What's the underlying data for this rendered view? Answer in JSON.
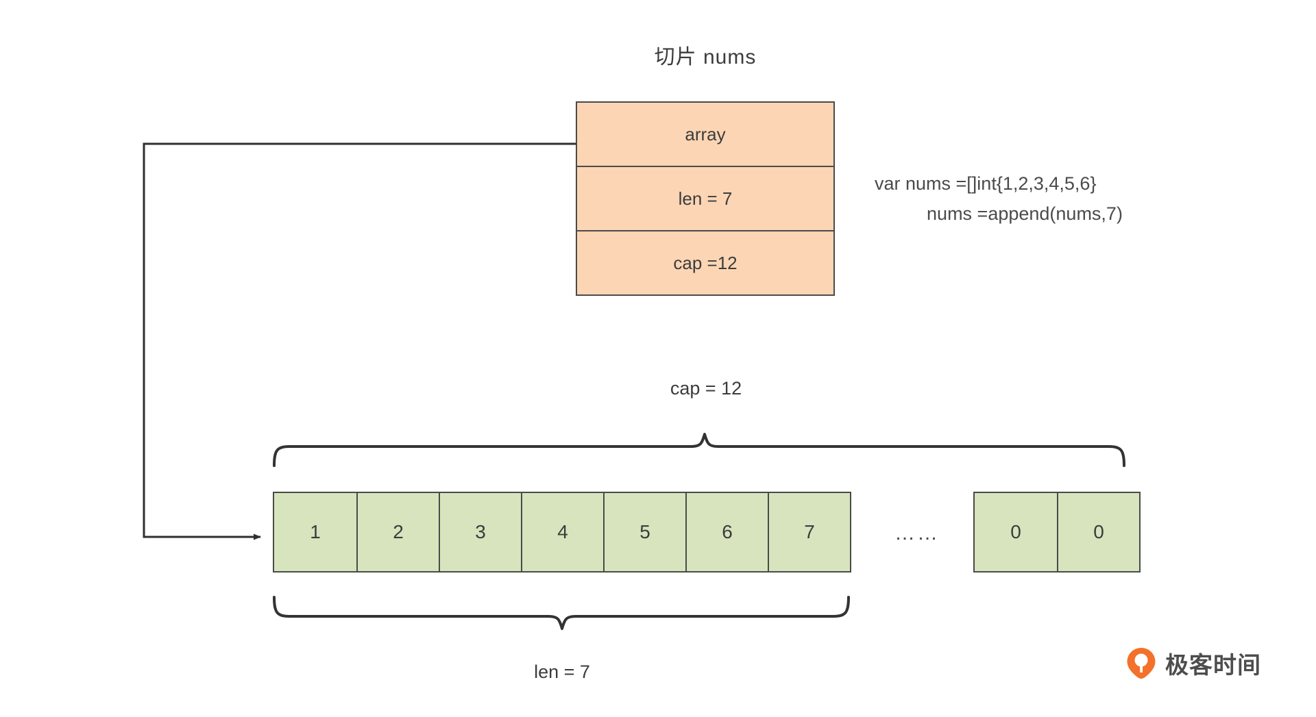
{
  "title": "切片 nums",
  "colors": {
    "struct_fill": "#FCD5B4",
    "array_fill": "#D7E4BD",
    "stroke": "#4a4a4a",
    "text": "#3c3c3c",
    "watermark_orange": "#F4712B"
  },
  "slice_header": {
    "rows": [
      {
        "label": "array"
      },
      {
        "label": "len = 7"
      },
      {
        "label": "cap =12"
      }
    ]
  },
  "code": {
    "line1": "var nums =[]int{1,2,3,4,5,6}",
    "line2": "nums =append(nums,7)"
  },
  "backing_array": {
    "cap_label": "cap = 12",
    "len_label": "len = 7",
    "ellipsis": "……",
    "used_cells": [
      {
        "value": "1"
      },
      {
        "value": "2"
      },
      {
        "value": "3"
      },
      {
        "value": "4"
      },
      {
        "value": "5"
      },
      {
        "value": "6"
      },
      {
        "value": "7"
      }
    ],
    "spare_cells": [
      {
        "value": "0"
      },
      {
        "value": "0"
      }
    ]
  },
  "watermark": {
    "text": "极客时间",
    "logo_icon": "geektime-logo-icon"
  }
}
